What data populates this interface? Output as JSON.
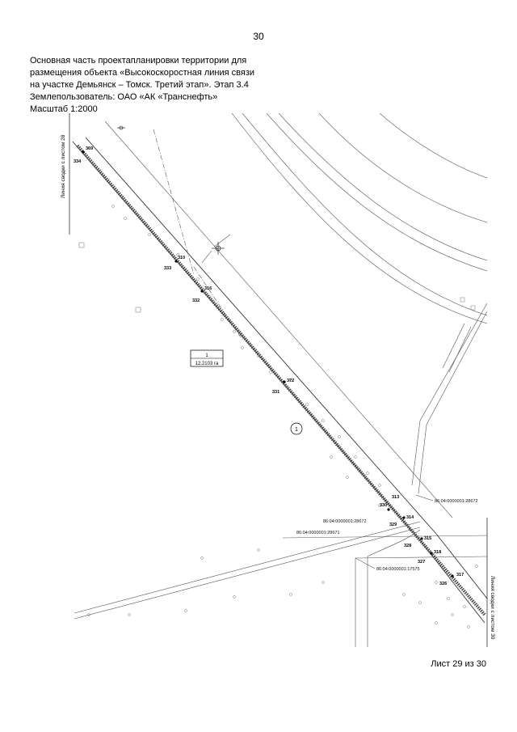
{
  "page_number": "30",
  "header": {
    "line1": "Основная часть проектапланировки территории для",
    "line2": "размещения объекта «Высокоскоростная линия связи",
    "line3": "на участке Демьянск – Томск. Третий этап». Этап 3.4",
    "line4": "Землепользователь: ОАО «АК «Транснефть»",
    "line5": "Масштаб 1:2000"
  },
  "map": {
    "match_line_top": "Линия сводки с листом 28",
    "match_line_bottom": "Линия сводки с листом 30",
    "legend_box": {
      "top": "1",
      "bottom": "12.2103 га"
    },
    "circle_label": "1",
    "parcels": {
      "p1": "86:04:0000001:28672",
      "p2": "86:04:0000001:28672",
      "p3": "86:04:0000001:28671",
      "p4": "86:04:0000001:17575"
    },
    "points": {
      "p369": "369",
      "p334": "334",
      "p310": "310",
      "p333": "333",
      "p316": "316",
      "p332": "332",
      "p372": "372",
      "p331": "331",
      "p313": "313",
      "p330": "330",
      "p314": "314",
      "p329": "329",
      "p315": "315",
      "p328": "328",
      "p318": "318",
      "p327": "327",
      "p317": "317",
      "p326": "326"
    },
    "colors": {
      "ink": "#333333",
      "corridor": "#555555"
    }
  },
  "footer": {
    "sheet": "Лист 29 из 30"
  }
}
